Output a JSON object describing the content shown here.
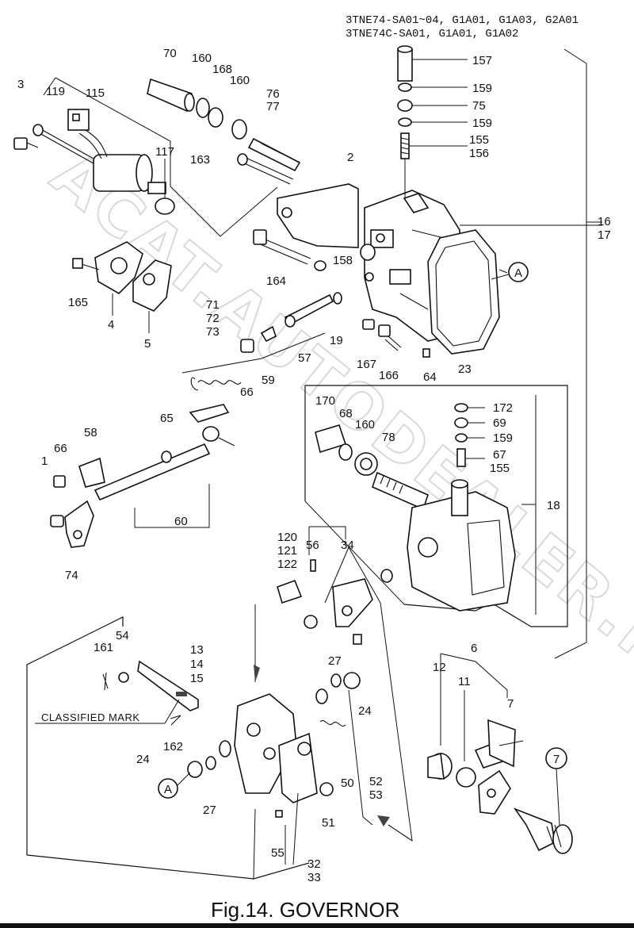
{
  "header": {
    "line1": "3TNE74-SA01~04, G1A01, G1A03, G2A01",
    "line2": "3TNE74C-SA01, G1A01, G1A02"
  },
  "watermark": "ACAT.AUTODEALER.RU",
  "caption": "Fig.14.  GOVERNOR",
  "classified_mark": "CLASSIFIED MARK",
  "ref_marker_a": "A",
  "ref_marker_7": "7",
  "labels": {
    "n3": "3",
    "n119": "119",
    "n115": "115",
    "n117": "117",
    "n70": "70",
    "n160a": "160",
    "n168": "168",
    "n160b": "160",
    "n76": "76",
    "n77": "77",
    "n163": "163",
    "n2": "2",
    "n157": "157",
    "n159a": "159",
    "n75": "75",
    "n159b": "159",
    "n155a": "155",
    "n156": "156",
    "n16": "16",
    "n17": "17",
    "n165": "165",
    "n4": "4",
    "n5": "5",
    "n164": "164",
    "n158": "158",
    "n71": "71",
    "n72": "72",
    "n73": "73",
    "n19": "19",
    "n57": "57",
    "n59": "59",
    "n66a": "66",
    "n167": "167",
    "n166": "166",
    "n64": "64",
    "n23": "23",
    "n65": "65",
    "n58": "58",
    "n66b": "66",
    "n1": "1",
    "n60": "60",
    "n74": "74",
    "n170": "170",
    "n68": "68",
    "n160c": "160",
    "n78": "78",
    "n172": "172",
    "n69": "69",
    "n159c": "159",
    "n67": "67",
    "n155b": "155",
    "n18": "18",
    "n120": "120",
    "n121": "121",
    "n122": "122",
    "n56": "56",
    "n34": "34",
    "n54": "54",
    "n161": "161",
    "n13": "13",
    "n14": "14",
    "n15": "15",
    "n162": "162",
    "n27a": "27",
    "n24a": "24",
    "n24b": "24",
    "n27b": "27",
    "n50": "50",
    "n51": "51",
    "n52": "52",
    "n53": "53",
    "n55": "55",
    "n32": "32",
    "n33": "33",
    "n6": "6",
    "n12": "12",
    "n11": "11",
    "n7": "7"
  }
}
